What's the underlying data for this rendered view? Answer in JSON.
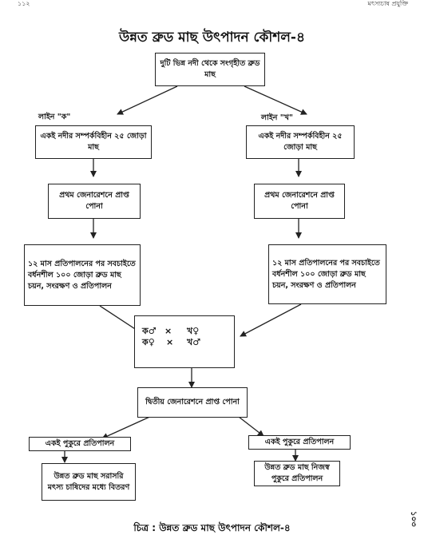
{
  "header": {
    "left": "১১২",
    "right": "মৎস্যচাষ প্রযুক্তি"
  },
  "diagram": {
    "title": "উন্নত ব্রুড মাছ উৎপাদন কৌশল-৪",
    "source_box": "দুটি ভিন্ন নদী থেকে সংগৃহীত ব্রুড মাছ",
    "line_left_label": "লাইন \"ক\"",
    "line_right_label": "লাইন \"খ\"",
    "left": {
      "step1": "একই নদীর সম্পর্কবিহীন ২৫ জোড়া মাছ",
      "step2": "প্রথম জেনারেশনে প্রাপ্ত পোনা",
      "step3": "১২ মাস প্রতিপালনের পর সবচাইতে বর্ধনশীল ১০০ জোড়া ব্রুড মাছ চয়ন, সংরক্ষণ ও প্রতিপালন"
    },
    "right": {
      "step1": "একই নদীর সম্পর্কবিহীন ২৫ জোড়া মাছ",
      "step2": "প্রথম জেনারেশনে প্রাপ্ত পোনা",
      "step3": "১২ মাস প্রতিপালনের পর সবচাইতে বর্ধনশীল ১০০ জোড়া ব্রুড মাছ চয়ন, সংরক্ষণ ও প্রতিপালন"
    },
    "cross": {
      "a_male": "ক♂",
      "x1": "×",
      "b_female": "খ♀",
      "a_female": "ক♀",
      "x2": "×",
      "b_male": "খ♂"
    },
    "second_generation": "দ্বিতীয় জেনারেশনে প্রাপ্ত পোনা",
    "pond_left": "একই পুকুরে প্রতিপালন",
    "pond_right": "একই পুকুরে প্রতিপালন",
    "final_left": "উন্নত ব্রুড মাছ সরাসরি মৎস্য চাষিদের মধ্যে বিতরণ",
    "final_right": "উন্নত ব্রুড মাছ নিজস্ব পুকুরে প্রতিপালন",
    "caption": "চিত্র : উন্নত ব্রুড মাছ উৎপাদন কৌশল-৪",
    "page_number": "১০৩"
  }
}
